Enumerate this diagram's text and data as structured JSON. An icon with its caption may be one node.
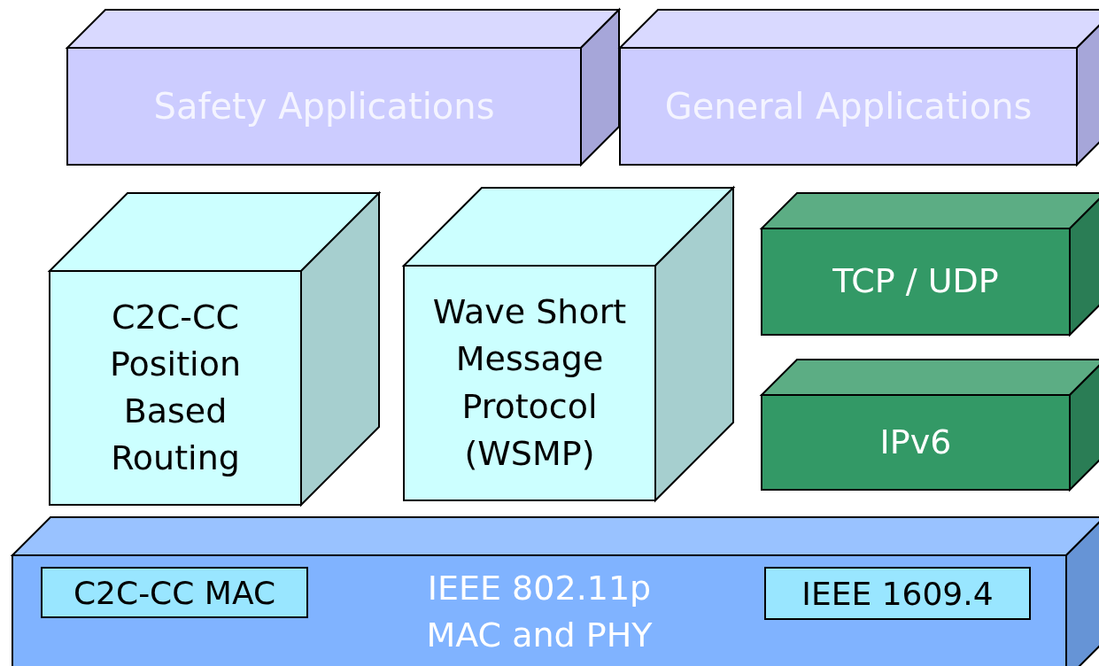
{
  "diagram": {
    "nodes": [
      {
        "text": [
          "Safety Applications"
        ]
      },
      {
        "text": [
          "General Applications"
        ]
      },
      {
        "text": [
          "C2C-CC Position Based Routing"
        ]
      },
      {
        "text": [
          "Wave Short Message Protocol (WSMP)"
        ]
      },
      {
        "text": [
          "TCP / UDP"
        ]
      },
      {
        "text": [
          "IPv6"
        ]
      },
      {
        "text": [
          "IEEE 802.11p MAC and PHY"
        ]
      },
      {
        "text": [
          "C2C-CC MAC"
        ],
        "in": 6
      },
      {
        "text": [
          "IEEE 1609.4"
        ],
        "in": 6
      }
    ]
  }
}
